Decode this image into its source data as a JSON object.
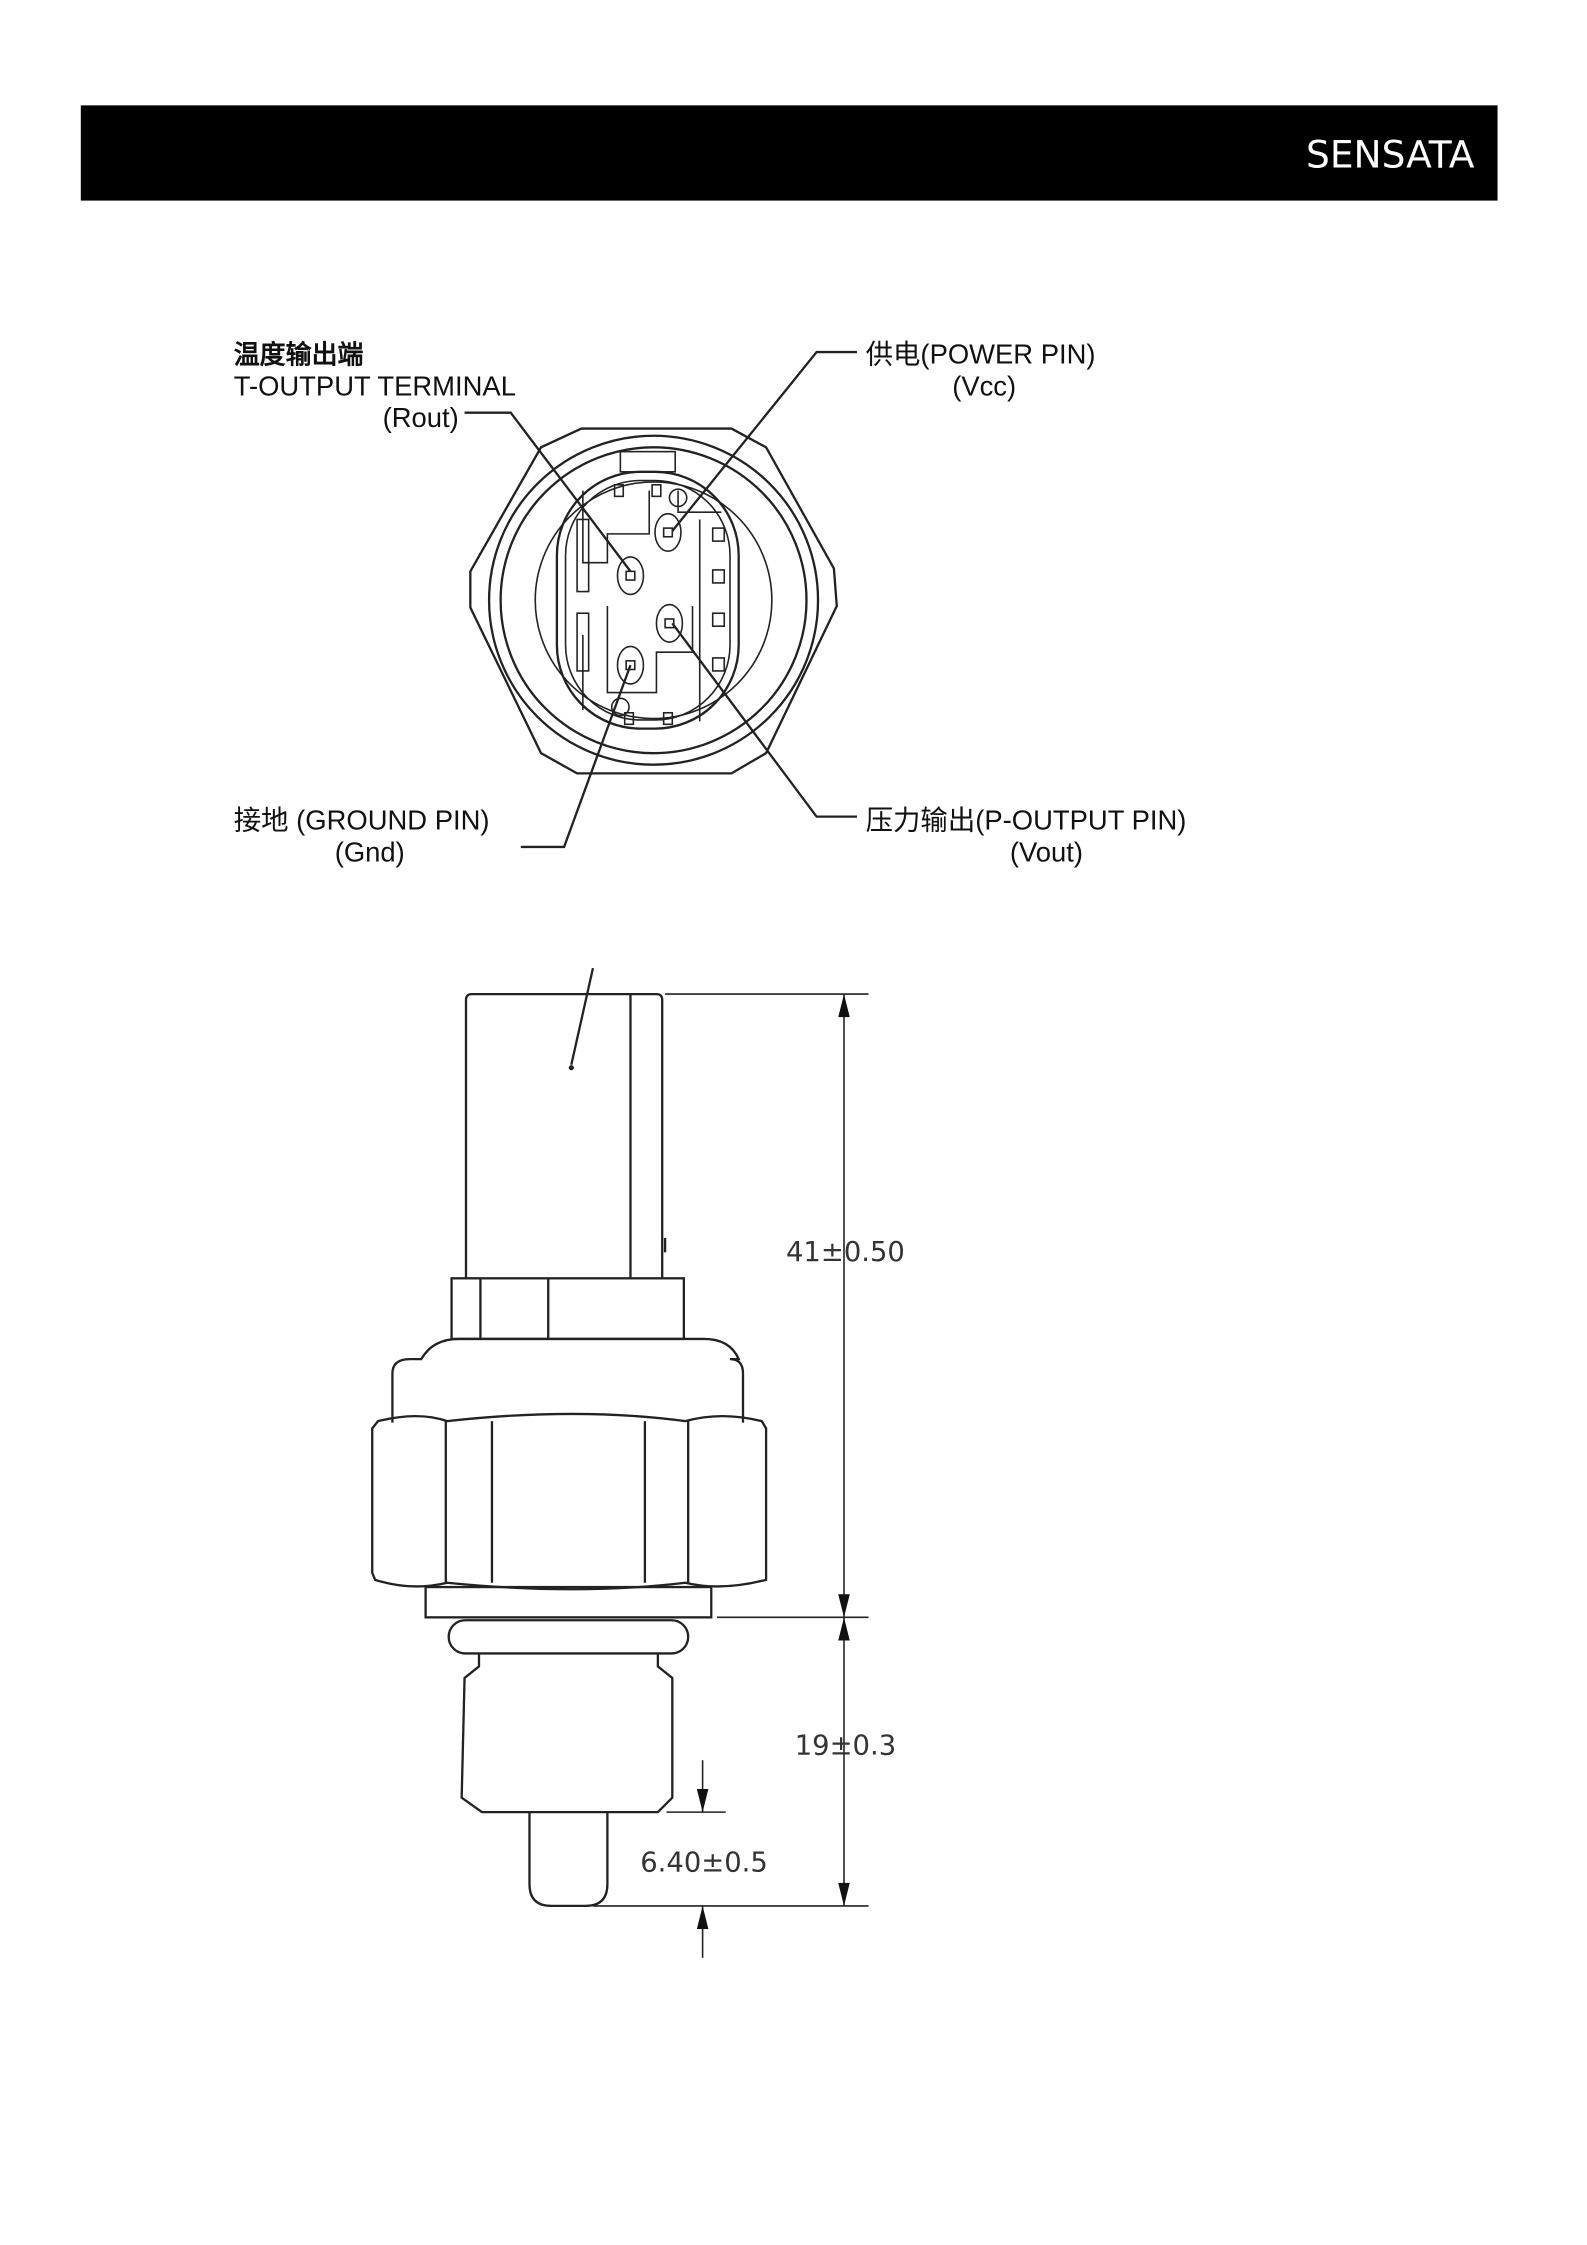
{
  "header": {
    "brand": "SENSATA"
  },
  "top_view": {
    "t_output": {
      "cn": "温度输出端",
      "en": "T-OUTPUT TERMINAL",
      "sub": "(Rout)"
    },
    "power": {
      "label": "供电(POWER PIN)",
      "sub": "(Vcc)"
    },
    "ground": {
      "label": "接地 (GROUND PIN)",
      "sub": "(Gnd)"
    },
    "p_output": {
      "label": "压力输出(P-OUTPUT PIN)",
      "sub": "(Vout)"
    }
  },
  "side_view": {
    "dims": {
      "overall_upper": "41±0.50",
      "thread": "19±0.3",
      "probe": "6.40±0.5"
    }
  }
}
